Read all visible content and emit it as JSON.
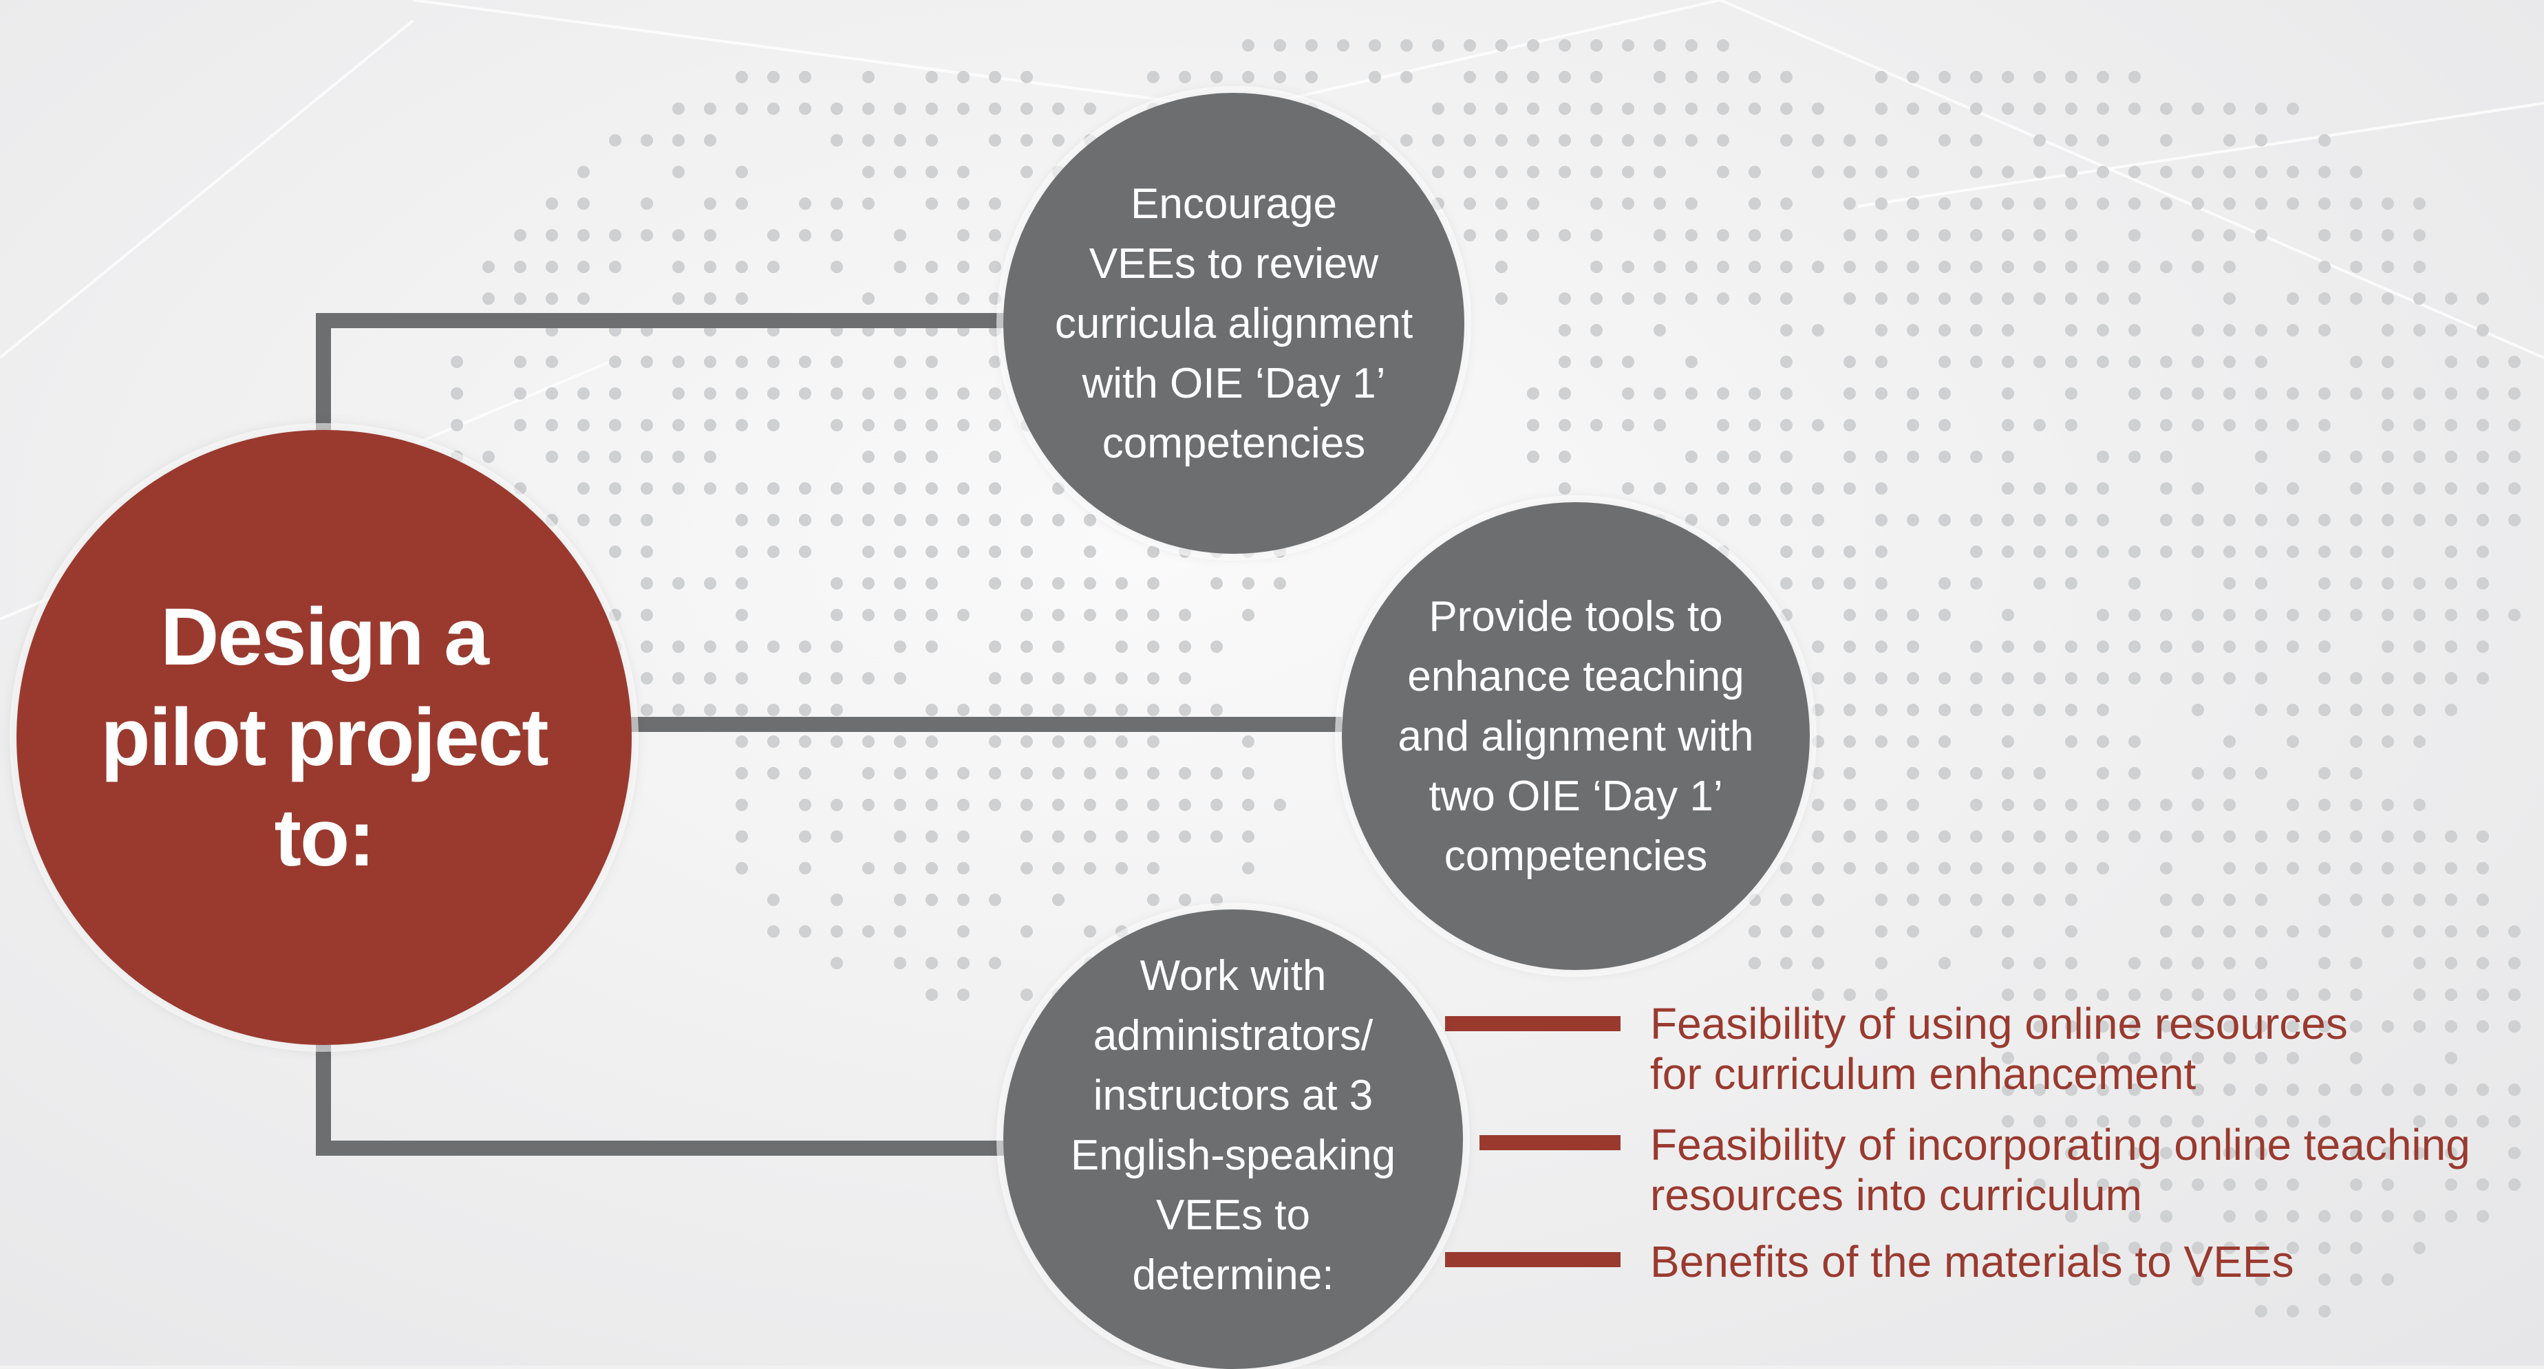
{
  "main": {
    "title": "Design a pilot project to:"
  },
  "objectives": [
    {
      "text": "Encourage\nVEEs to review\ncurricula alignment\nwith OIE ‘Day 1’\ncompetencies"
    },
    {
      "text": "Provide tools to\nenhance teaching\nand alignment with\ntwo OIE ‘Day 1’\ncompetencies"
    },
    {
      "text": "Work with\nadministrators/\ninstructors at 3\nEnglish-speaking\nVEEs to\ndetermine:"
    }
  ],
  "outcomes": [
    {
      "text": "Feasibility of using online resources\nfor curriculum enhancement"
    },
    {
      "text": "Feasibility of incorporating online teaching\nresources into curriculum"
    },
    {
      "text": "Benefits of the materials to VEEs"
    }
  ],
  "colors": {
    "accent": "#9a3a2f",
    "node": "#6d6e70",
    "background": "#f1f1f2"
  }
}
